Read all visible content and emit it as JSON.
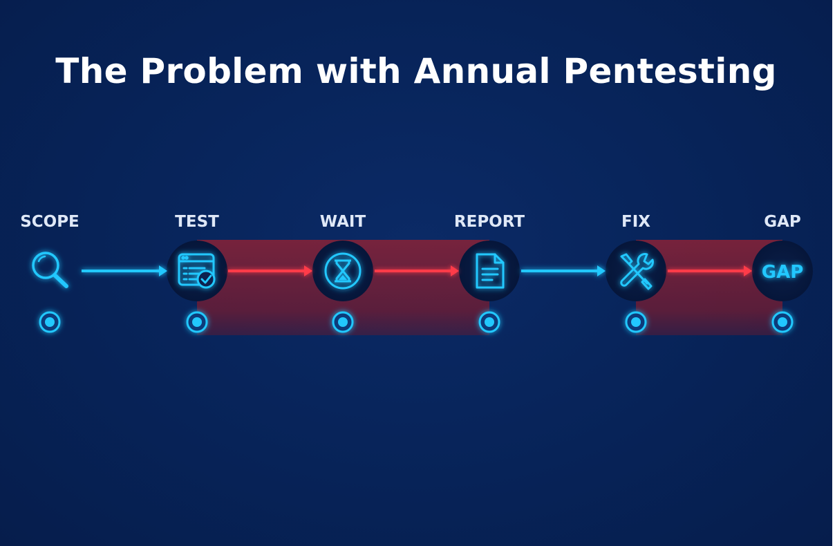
{
  "title": "The Problem with Annual Pentesting",
  "steps": [
    {
      "label": "SCOPE",
      "icon": "magnifier-icon"
    },
    {
      "label": "TEST",
      "icon": "checklist-window-icon"
    },
    {
      "label": "WAIT",
      "icon": "hourglass-icon"
    },
    {
      "label": "REPORT",
      "icon": "document-icon"
    },
    {
      "label": "FIX",
      "icon": "wrench-screwdriver-icon"
    },
    {
      "label": "GAP",
      "icon": "gap-badge-icon",
      "badge_text": "GAP"
    }
  ],
  "transitions": [
    {
      "from": "SCOPE",
      "to": "TEST",
      "status": "ok"
    },
    {
      "from": "TEST",
      "to": "WAIT",
      "status": "delay"
    },
    {
      "from": "WAIT",
      "to": "REPORT",
      "status": "delay"
    },
    {
      "from": "REPORT",
      "to": "FIX",
      "status": "ok"
    },
    {
      "from": "FIX",
      "to": "GAP",
      "status": "delay"
    }
  ],
  "colors": {
    "background": "#072358",
    "accent_cyan": "#22c8ff",
    "alert_red": "#ff3b4a",
    "delay_band": "#7a1f34",
    "title": "#ffffff",
    "label": "#dfe8f7"
  }
}
